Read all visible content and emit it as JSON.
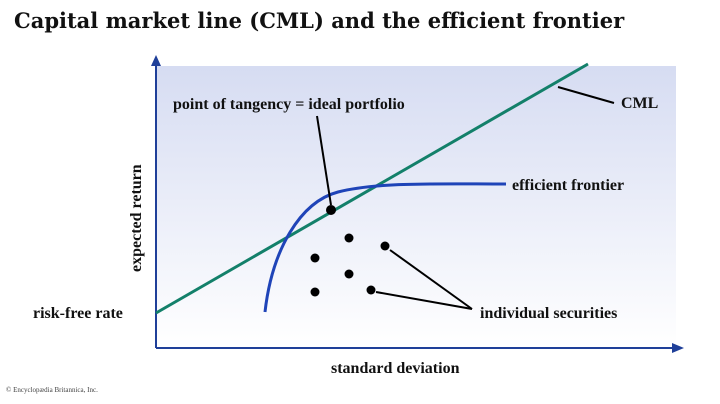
{
  "title": "Capital market line (CML) and the efficient frontier",
  "credit": "© Encyclopædia Britannica, Inc.",
  "labels": {
    "y_axis": "expected return",
    "x_axis": "standard deviation",
    "risk_free": "risk-free rate",
    "cml": "CML",
    "frontier": "efficient frontier",
    "tangency": "point of tangency = ideal portfolio",
    "securities": "individual securities"
  },
  "colors": {
    "plot_bg_top": "#d6dcf2",
    "plot_bg_bottom": "#ffffff",
    "axis": "#1f3f99",
    "cml": "#13806a",
    "frontier": "#1f44b8",
    "points": "#000000"
  }
}
